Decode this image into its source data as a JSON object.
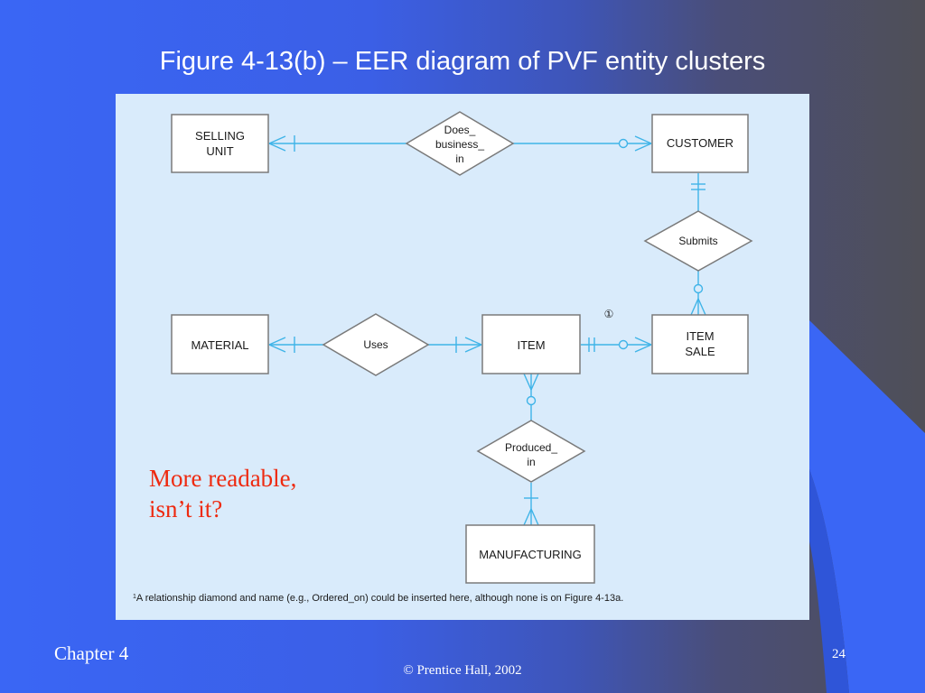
{
  "slide": {
    "title": "Figure 4-13(b) – EER diagram of PVF entity clusters",
    "callout": [
      "More readable,",
      "isn’t it?"
    ],
    "footer_left": "Chapter 4",
    "footer_center": "© Prentice Hall, 2002",
    "page_number": "24"
  },
  "colors": {
    "background_blue": "#3a66f5",
    "panel": "#d9ebfb",
    "connector": "#3fb4e8",
    "callout_text": "#ee2a10"
  },
  "diagram": {
    "entities": {
      "selling_unit": [
        "SELLING",
        "UNIT"
      ],
      "customer": [
        "CUSTOMER"
      ],
      "material": [
        "MATERIAL"
      ],
      "item": [
        "ITEM"
      ],
      "item_sale": [
        "ITEM",
        "SALE"
      ],
      "manufacturing": [
        "MANUFACTURING"
      ]
    },
    "relationships": {
      "does_business_in": [
        "Does_",
        "business_",
        "in"
      ],
      "submits": [
        "Submits"
      ],
      "uses": [
        "Uses"
      ],
      "produced_in": [
        "Produced_",
        "in"
      ]
    },
    "marker": "①",
    "footnote_mark": "1",
    "footnote": "A relationship diamond and name (e.g., Ordered_on) could be inserted here, although none is on Figure 4-13a."
  }
}
